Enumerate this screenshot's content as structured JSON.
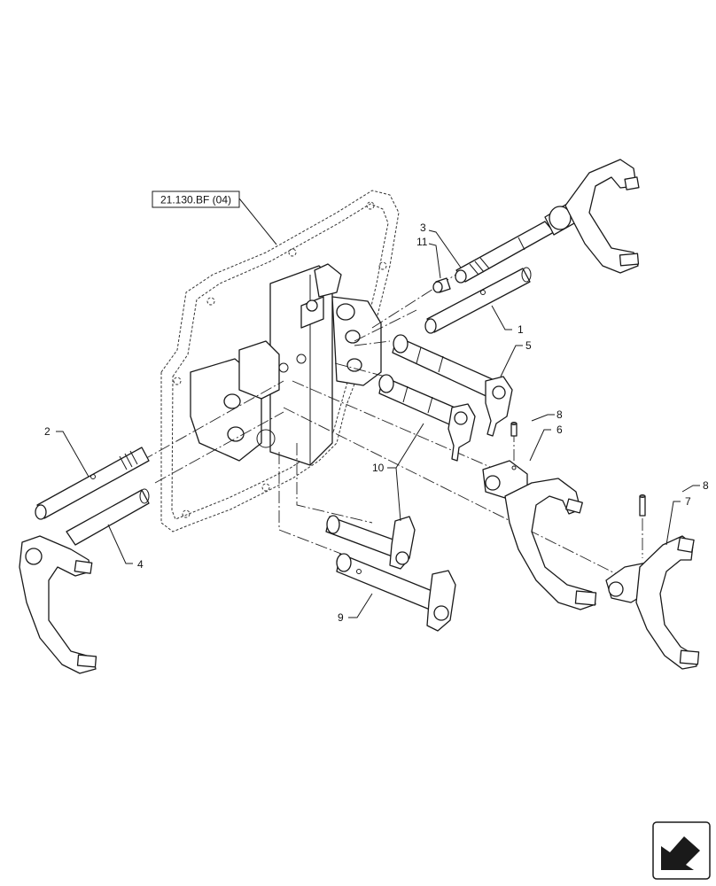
{
  "reference": {
    "label": "21.130.BF (04)"
  },
  "callouts": [
    {
      "id": "c1",
      "label": "1"
    },
    {
      "id": "c2",
      "label": "2"
    },
    {
      "id": "c3",
      "label": "3"
    },
    {
      "id": "c4",
      "label": "4"
    },
    {
      "id": "c5",
      "label": "5"
    },
    {
      "id": "c6",
      "label": "6"
    },
    {
      "id": "c7",
      "label": "7"
    },
    {
      "id": "c8a",
      "label": "8"
    },
    {
      "id": "c8b",
      "label": "8"
    },
    {
      "id": "c9",
      "label": "9"
    },
    {
      "id": "c10",
      "label": "10"
    },
    {
      "id": "c11",
      "label": "11"
    }
  ],
  "nav": {
    "icon": "next-page-arrow-icon"
  }
}
